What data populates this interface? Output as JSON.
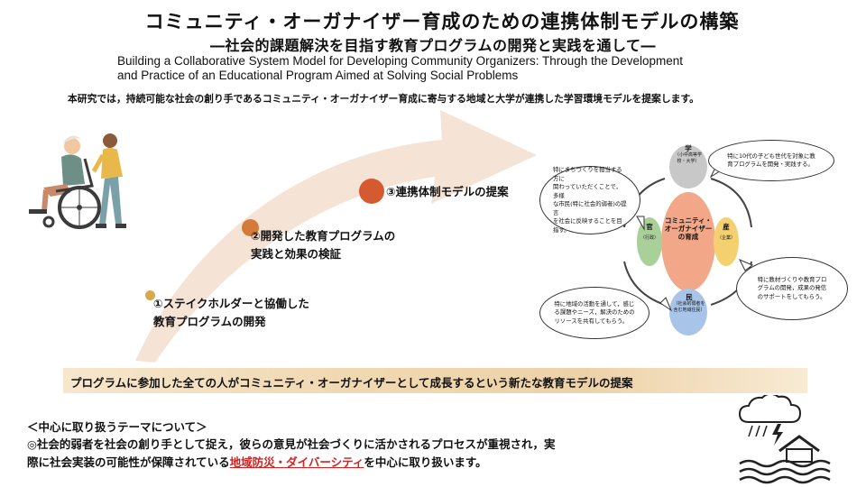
{
  "header": {
    "title": "コミュニティ・オーガナイザー育成のための連携体制モデルの構築",
    "subtitle": "―社会的課題解決を目指す教育プログラムの開発と実践を通して―",
    "en_line1": "Building a Collaborative System Model for Developing Community Organizers: Through the Development",
    "en_line2": "and Practice of an Educational Program Aimed at Solving Social Problems"
  },
  "intro": "本研究では，持続可能な社会の創り手であるコミュニティ・オーガナイザー育成に寄与する地域と大学が連携した学習環境モデルを提案します。",
  "steps": [
    {
      "line1": "①ステイクホルダーと協働した",
      "line2": "教育プログラムの開発"
    },
    {
      "line1": "②開発した教育プログラムの",
      "line2": "実践と効果の検証"
    },
    {
      "line1": "③連携体制モデルの提案",
      "line2": ""
    }
  ],
  "model": {
    "center": [
      "コミュニティ・",
      "オーガナイザー",
      "の育成"
    ],
    "gaku": {
      "label": "学",
      "sub1": "（小中高等学",
      "sub2": "校・大学）"
    },
    "kan": {
      "label": "官",
      "sub": "（行政）"
    },
    "san": {
      "label": "産",
      "sub": "（企業）"
    },
    "min": {
      "label": "民",
      "sub1": "（社会的弱者を",
      "sub2": "含む地域住民）"
    },
    "bubbles": {
      "gaku": [
        "特に10代の子ども世代を対象に教",
        "育プログラムを開発・実践する。"
      ],
      "kan": [
        "特にまちづくりを担当する方に",
        "関わっていただくことで，多様",
        "な市民(特に社会的弱者)の提言",
        "を社会に反映することを目指す。"
      ],
      "san": [
        "特に教材づくりや教育プロ",
        "グラムの開発，成果の発信",
        "のサポートをしてもらう。"
      ],
      "min": [
        "特に地域の活動を通して，感じ",
        "る課題やニーズ，解決のための",
        "リソースを共有してもらう。"
      ]
    }
  },
  "banner": "プログラムに参加した全ての人がコミュニティ・オーガナイザーとして成長するという新たな教育モデルの提案",
  "theme": {
    "heading": "＜中心に取り扱うテーマについて＞",
    "body_prefix": "◎社会的弱者を社会の創り手として捉え，彼らの意見が社会づくりに活かされるプロセスが重視され，実",
    "body_line2_prefix": "際に社会実装の可能性が保障されている",
    "highlight": "地域防災・ダイバーシティ",
    "body_suffix": "を中心に取り扱います。"
  },
  "colors": {
    "arrow": "#f5e4d6",
    "dot1": "#d8a850",
    "dot2": "#d47a3a",
    "dot3": "#d45a30",
    "center": "#f2a888",
    "gaku": "#c8c8c8",
    "kan": "#a8d098",
    "san": "#f4d070",
    "min": "#a8c4e8",
    "highlight": "#d42020"
  },
  "icons": [
    "wheelchair-illustration",
    "storm-house-icon"
  ]
}
